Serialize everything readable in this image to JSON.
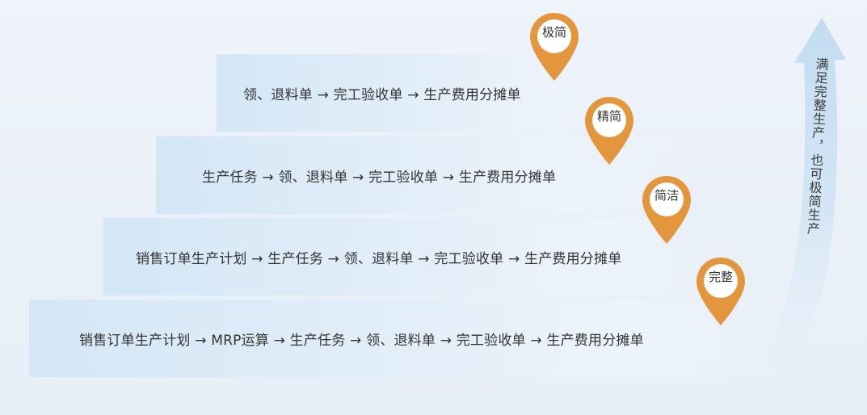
{
  "steps": [
    {
      "text": "领、退料单 → 完工验收单 → 生产费用分摊单"
    },
    {
      "text": "生产任务 → 领、退料单 → 完工验收单 → 生产费用分摊单"
    },
    {
      "text": "销售订单生产计划 → 生产任务 → 领、退料单 → 完工验收单 → 生产费用分摊单"
    },
    {
      "text": "销售订单生产计划 → MRP运算 →  生产任务 → 领、退料单 → 完工验收单 → 生产费用分摊单"
    }
  ],
  "markers": [
    {
      "label": "极简"
    },
    {
      "label": "精简"
    },
    {
      "label": "简洁"
    },
    {
      "label": "完整"
    }
  ],
  "side_caption": "满足完整生产，也可极简生产",
  "colors": {
    "marker": "#e4963c",
    "arrow": "#cfe0f2"
  }
}
